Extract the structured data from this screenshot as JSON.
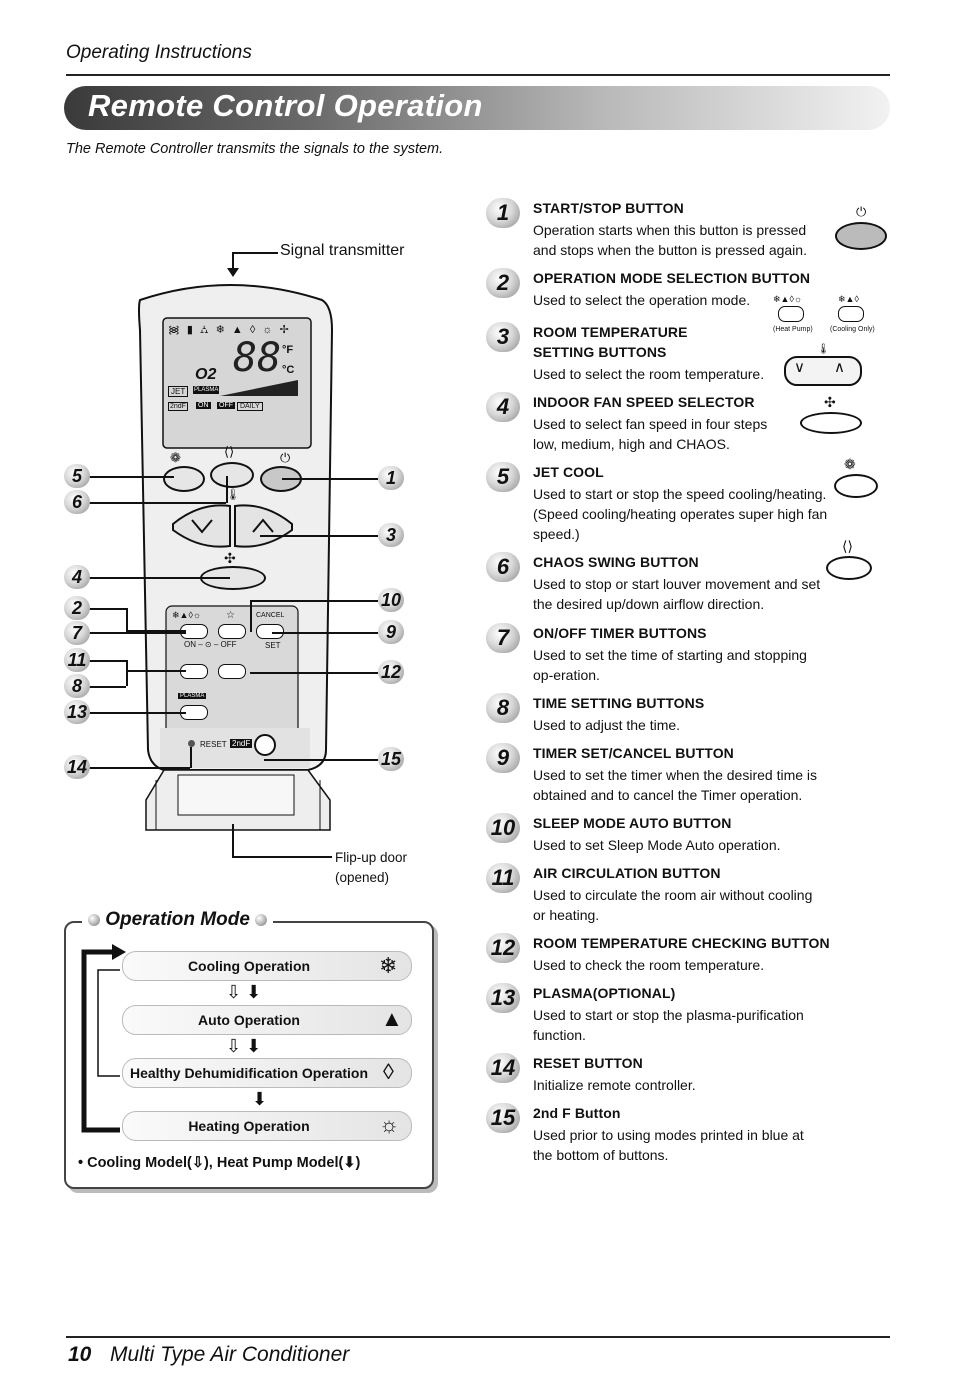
{
  "header": {
    "section": "Operating Instructions",
    "title": "Remote Control Operation",
    "subtitle": "The Remote Controller transmits the signals to the system."
  },
  "remote": {
    "signal_label": "Signal transmitter",
    "door_label_line1": "Flip-up door",
    "door_label_line2": "(opened)",
    "display_deg": "88",
    "display_unit_f": "°F",
    "display_unit_c": "°C",
    "display_o2": "O2",
    "display_jet": "JET",
    "display_plasma": "PLASMA",
    "display_2ndf": "2ndF",
    "display_on": "ON",
    "display_off": "OFF",
    "display_daily": "DAILY",
    "panel_cancel": "CANCEL",
    "panel_set": "SET",
    "panel_onoff": "ON – ⊙ – OFF",
    "panel_plasma": "PLASMA",
    "panel_reset": "RESET",
    "panel_2ndf": "2ndF",
    "callouts": [
      "5",
      "6",
      "4",
      "2",
      "7",
      "11",
      "8",
      "13",
      "14",
      "1",
      "3",
      "10",
      "9",
      "12",
      "15"
    ]
  },
  "op_mode": {
    "label": "Operation Mode",
    "modes": [
      "Cooling Operation",
      "Auto Operation",
      "Healthy Dehumidification Operation",
      "Heating Operation"
    ],
    "note_prefix": "• Cooling Model(",
    "note_mid": "), Heat Pump Model(",
    "note_suffix": ")"
  },
  "items": [
    {
      "num": "1",
      "title": "START/STOP BUTTON",
      "desc": "Operation starts when this button is pressed and stops when the button is pressed again."
    },
    {
      "num": "2",
      "title": "OPERATION MODE SELECTION BUTTON",
      "desc": "Used to select the operation mode."
    },
    {
      "num": "3",
      "title": "ROOM TEMPERATURE",
      "title2": "SETTING BUTTONS",
      "desc": "Used to select the room temperature."
    },
    {
      "num": "4",
      "title": "INDOOR FAN SPEED SELECTOR",
      "desc": "Used to select fan speed in four steps low, medium, high and CHAOS."
    },
    {
      "num": "5",
      "title": "JET COOL",
      "desc": "Used to start or stop the speed cooling/heating. (Speed cooling/heating operates super high fan speed.)"
    },
    {
      "num": "6",
      "title": "CHAOS SWING BUTTON",
      "desc": "Used to stop or start louver movement and set the desired up/down airflow direction."
    },
    {
      "num": "7",
      "title": "ON/OFF TIMER BUTTONS",
      "desc": "Used to set the time of starting and stopping op-eration."
    },
    {
      "num": "8",
      "title": "TIME SETTING BUTTONS",
      "desc": "Used to adjust the time."
    },
    {
      "num": "9",
      "title": "TIMER SET/CANCEL BUTTON",
      "desc": "Used to set the timer when the desired time is obtained and to cancel the Timer operation."
    },
    {
      "num": "10",
      "title": "SLEEP MODE AUTO BUTTON",
      "desc": "Used to set Sleep Mode Auto operation."
    },
    {
      "num": "11",
      "title": "AIR CIRCULATION BUTTON",
      "desc": "Used to circulate the room air without cooling or heating."
    },
    {
      "num": "12",
      "title": "ROOM TEMPERATURE CHECKING BUTTON",
      "desc": "Used to check the room temperature."
    },
    {
      "num": "13",
      "title": "PLASMA(OPTIONAL)",
      "desc": "Used to start or stop the plasma-purification function."
    },
    {
      "num": "14",
      "title": "RESET BUTTON",
      "desc": "Initialize remote controller."
    },
    {
      "num": "15",
      "title": "2nd F Button",
      "desc": "Used prior to using modes printed in blue at the bottom of buttons."
    }
  ],
  "item_icons": {
    "heat_pump_label": "(Heat Pump)",
    "cooling_only_label": "(Cooling Only)"
  },
  "footer": {
    "page": "10",
    "title": "Multi Type Air Conditioner"
  }
}
